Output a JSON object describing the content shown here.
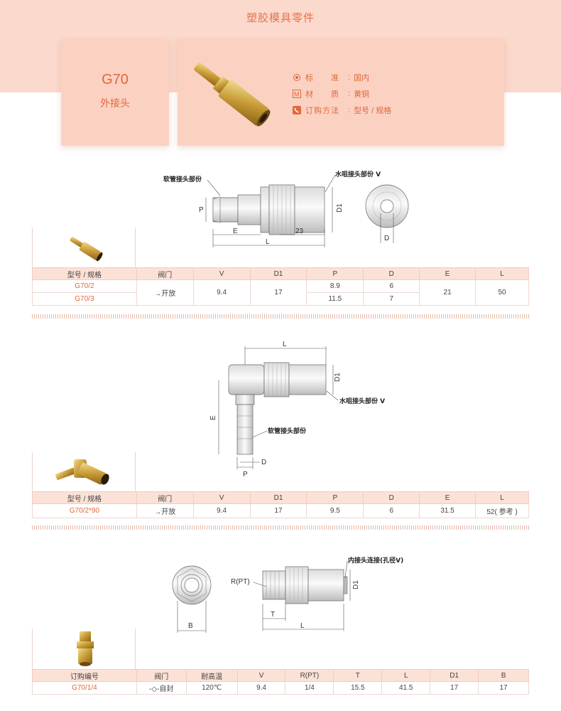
{
  "header": {
    "title": "塑胶模具零件"
  },
  "product": {
    "model": "G70",
    "name": "外接头",
    "props": [
      {
        "icon": "standard-icon",
        "label": "标　　准",
        "value": "国内"
      },
      {
        "icon": "material-icon",
        "label": "材　　质",
        "value": "黄铜"
      },
      {
        "icon": "phone-icon",
        "label": "订购方法",
        "value": "型号 / 规格"
      }
    ]
  },
  "section1": {
    "drawing": {
      "hose": "软管接头部份",
      "nozzle": "水咀接头部份 V",
      "p": "P",
      "e": "E",
      "l": "L",
      "d1": "D1",
      "d": "D",
      "dim23": "23"
    },
    "headers": [
      "型号 / 规格",
      "阀门",
      "V",
      "D1",
      "P",
      "D",
      "E",
      "L"
    ],
    "rows": [
      {
        "model": "G70/2",
        "p": "8.9",
        "d": "6"
      },
      {
        "model": "G70/3",
        "p": "11.5",
        "d": "7"
      }
    ],
    "valve": "开放",
    "v": "9.4",
    "d1": "17",
    "e": "21",
    "l": "50"
  },
  "section2": {
    "drawing": {
      "l": "L",
      "d1": "D1",
      "nozzle": "水咀接头部份 V",
      "e": "E",
      "hose": "软管接头部份",
      "d": "D",
      "p": "P"
    },
    "headers": [
      "型号 / 规格",
      "阀门",
      "V",
      "D1",
      "P",
      "D",
      "E",
      "L"
    ],
    "row": {
      "model": "G70/2*90",
      "valve": "开放",
      "v": "9.4",
      "d1": "17",
      "p": "9.5",
      "d": "6",
      "e": "31.5",
      "l": "52( 参考 )"
    }
  },
  "section3": {
    "drawing": {
      "b": "B",
      "rpt": "R(PT)",
      "inner": "内接头连接(孔径V)",
      "d1": "D1",
      "t": "T",
      "l": "L"
    },
    "headers": [
      "订购编号",
      "阀门",
      "耐高温",
      "V",
      "R(PT)",
      "T",
      "L",
      "D1",
      "B"
    ],
    "row": {
      "model": "G70/1/4",
      "valve": "自封",
      "temp": "120℃",
      "v": "9.4",
      "rpt": "1/4",
      "t": "15.5",
      "l": "41.5",
      "d1": "17",
      "b": "17"
    }
  },
  "colors": {
    "accent": "#e0683c",
    "band": "#fbd9cc",
    "card": "#fbd2c2",
    "brass": "#c9a24a"
  }
}
